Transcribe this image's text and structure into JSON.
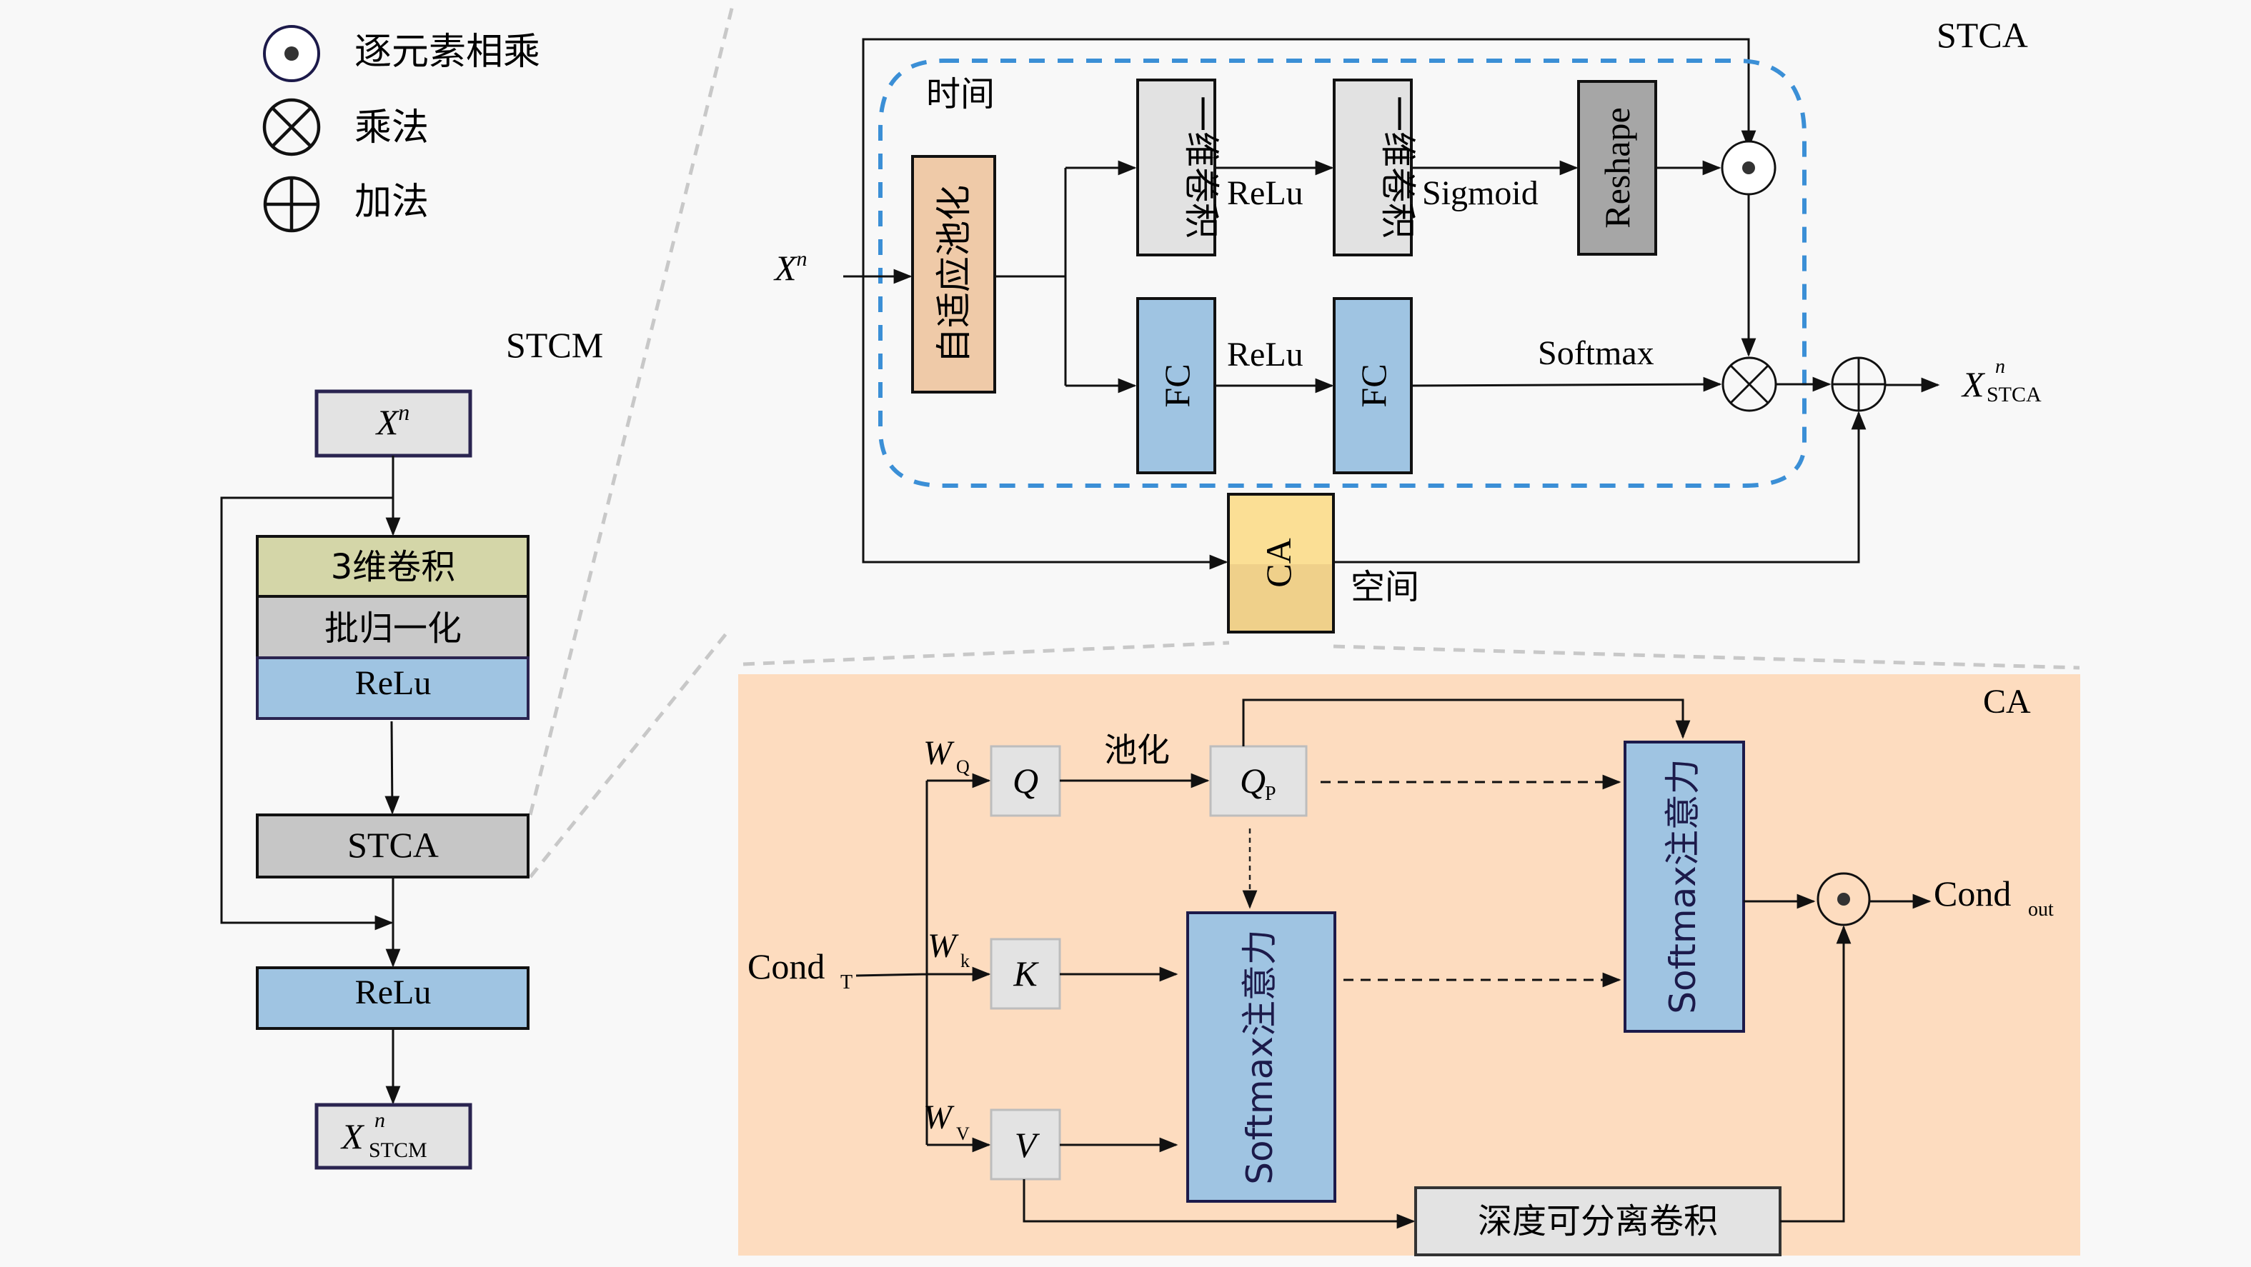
{
  "legend": [
    {
      "icon": "odot-icon",
      "label": "逐元素相乘"
    },
    {
      "icon": "otimes-icon",
      "label": "乘法"
    },
    {
      "icon": "oplus-icon",
      "label": "加法"
    }
  ],
  "stcm": {
    "title": "STCM",
    "input": {
      "base": "X",
      "sup": "n"
    },
    "block": [
      "3维卷积",
      "批归一化",
      "ReLu"
    ],
    "stca": "STCA",
    "relu": "ReLu",
    "output": {
      "base": "X",
      "sup": "n",
      "sub": "STCM"
    }
  },
  "stca": {
    "title": "STCA",
    "input": {
      "base": "X",
      "sup": "n"
    },
    "temporal_label": "时间",
    "spatial_label": "空间",
    "pool": "自适应池化",
    "conv1": "一维卷积",
    "conv2": "一维卷积",
    "relu_top": "ReLu",
    "sigmoid": "Sigmoid",
    "reshape": "Reshape",
    "fc1": "FC",
    "fc2": "FC",
    "relu_bottom": "ReLu",
    "softmax": "Softmax",
    "ca_box": "CA",
    "output": {
      "base": "X",
      "sup": "n",
      "sub": "STCA"
    }
  },
  "ca": {
    "title": "CA",
    "input": {
      "base": "Cond",
      "sub": "T"
    },
    "wq": {
      "base": "W",
      "sub": "Q"
    },
    "wk": {
      "base": "W",
      "sub": "k"
    },
    "wv": {
      "base": "W",
      "sub": "V"
    },
    "q": "Q",
    "k": "K",
    "v": "V",
    "pool_label": "池化",
    "qp": {
      "base": "Q",
      "sub": "P"
    },
    "softmax_attn_1": "Softmax注意力",
    "softmax_attn_2": "Softmax注意力",
    "dwconv": "深度可分离卷积",
    "output": {
      "base": "Cond",
      "sub": "out"
    }
  },
  "colors": {
    "background": "#f8f8f8",
    "ca_panel": "#fddcbf",
    "pool_box": "#efcaa8",
    "conv_box": "#e2e2e2",
    "reshape_box": "#a6a6a6",
    "fc_box": "#9fc4e2",
    "ca_box": "#fbdf95",
    "conv3d": "#d4d6a8",
    "batchnorm": "#c9c9c9",
    "relu": "#9fc4e2",
    "stca_box": "#c6c6c6",
    "io_box": "#e3e3e3",
    "temporal_dash": "#3b8fd6"
  }
}
